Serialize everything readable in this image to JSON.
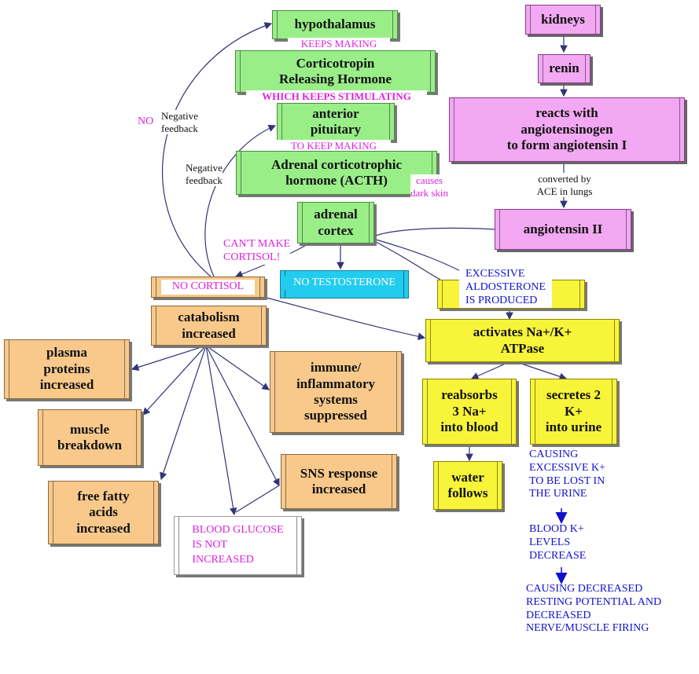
{
  "boxes": {
    "hypothalamus": "hypothalamus",
    "crh_line1": "Corticotropin",
    "crh_line2": "Releasing Hormone",
    "anterior_pituitary_line1": "anterior",
    "anterior_pituitary_line2": "pituitary",
    "acth_line1": "Adrenal corticotrophic",
    "acth_line2": "hormone (ACTH)",
    "adrenal_cortex_line1": "adrenal",
    "adrenal_cortex_line2": "cortex",
    "kidneys": "kidneys",
    "renin": "renin",
    "angiotensinogen_line1": "reacts with",
    "angiotensinogen_line2": "angiotensinogen",
    "angiotensinogen_line3": "to form angiotensin I",
    "angiotensin_ii": "angiotensin II",
    "no_cortisol": "NO CORTISOL",
    "no_testosterone": "NO TESTOSTERONE",
    "catabolism_line1": "catabolism",
    "catabolism_line2": "increased",
    "plasma_line1": "plasma",
    "plasma_line2": "proteins",
    "plasma_line3": "increased",
    "muscle_line1": "muscle",
    "muscle_line2": "breakdown",
    "ffa_line1": "free fatty",
    "ffa_line2": "acids",
    "ffa_line3": "increased",
    "immune_line1": "immune/",
    "immune_line2": "inflammatory",
    "immune_line3": "systems",
    "immune_line4": "suppressed",
    "sns_line1": "SNS response",
    "sns_line2": "increased",
    "glucose_line1": "BLOOD GLUCOSE",
    "glucose_line2": "IS NOT",
    "glucose_line3": "INCREASED",
    "atpase_line1": "activates Na+/K+",
    "atpase_line2": "ATPase",
    "reabsorbs_line1": "reabsorbs",
    "reabsorbs_line2": "3 Na+",
    "reabsorbs_line3": "into blood",
    "secretes_line1": "secretes 2",
    "secretes_line2": "K+",
    "secretes_line3": "into urine",
    "water_line1": "water",
    "water_line2": "follows"
  },
  "labels": {
    "keeps_making": "KEEPS MAKING",
    "which_keeps_stimulating": "WHICH KEEPS STIMULATING",
    "to_keep_making": "TO KEEP MAKING",
    "causes_line1": "causes",
    "causes_line2": "dark skin",
    "no": "NO",
    "neg_feedback_1_line1": "Negative",
    "neg_feedback_1_line2": "feedback",
    "neg_feedback_2_line1": "Negative",
    "neg_feedback_2_line2": "feedback",
    "cant_make_line1": "CAN'T MAKE",
    "cant_make_line2": "CORTISOL!",
    "converted_line1": "converted by",
    "converted_line2": "ACE in lungs",
    "aldosterone_line1": "EXCESSIVE",
    "aldosterone_line2": "ALDOSTERONE",
    "aldosterone_line3": "IS PRODUCED",
    "causing_line1": "CAUSING",
    "causing_line2": "EXCESSIVE K+",
    "causing_line3": "TO BE LOST IN",
    "causing_line4": "THE URINE",
    "blood_k_line1": "BLOOD K+",
    "blood_k_line2": "LEVELS",
    "blood_k_line3": "DECREASE",
    "final_line1": "CAUSING DECREASED",
    "final_line2": "RESTING POTENTIAL AND",
    "final_line3": "DECREASED",
    "final_line4": "NERVE/MUSCLE FIRING"
  },
  "colors": {
    "green": "#99ee88",
    "pink": "#f2a8f2",
    "yellow": "#f8f43a",
    "orange": "#f8c98b",
    "cyan": "#22ccee",
    "magenta_text": "#dd22dd",
    "blue_text": "#1111cc",
    "arrow": "#333377"
  }
}
